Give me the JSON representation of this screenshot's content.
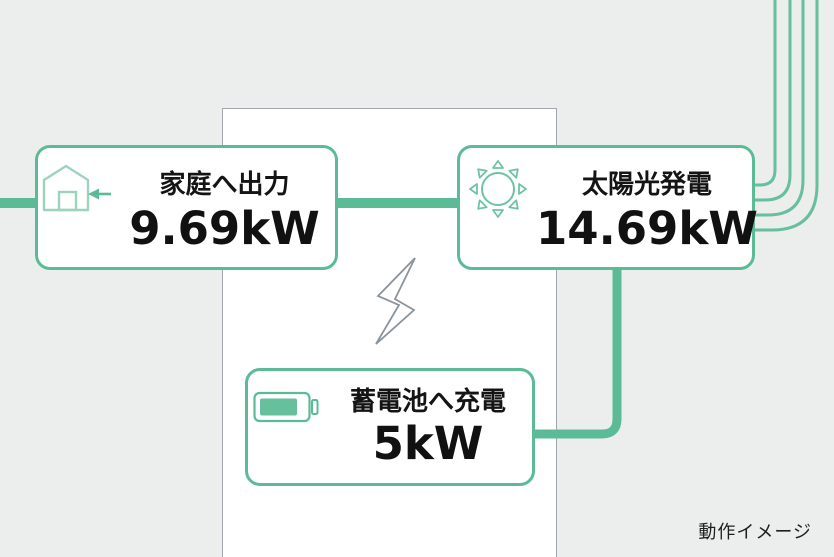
{
  "page": {
    "caption": "動作イメージ"
  },
  "cards": {
    "home": {
      "label": "家庭へ出力",
      "value": "9.69kW",
      "icon": "house-arrow-icon"
    },
    "solar": {
      "label": "太陽光発電",
      "value": "14.69kW",
      "icon": "sun-icon"
    },
    "battery": {
      "label": "蓄電池へ充電",
      "value": "5kW",
      "icon": "battery-icon"
    }
  },
  "flows": {
    "grid_output_line": "home-output",
    "solar_input_lines_count": 4,
    "solar_to_battery_line": "charge"
  },
  "colors": {
    "accent_green": "#5cbb97",
    "light_green": "#9dd3bd",
    "battery_fill_green": "#66c09e",
    "background": "#ebeeec",
    "device_border_gray": "#a1a7ac",
    "bolt_gray": "#8b939b"
  }
}
